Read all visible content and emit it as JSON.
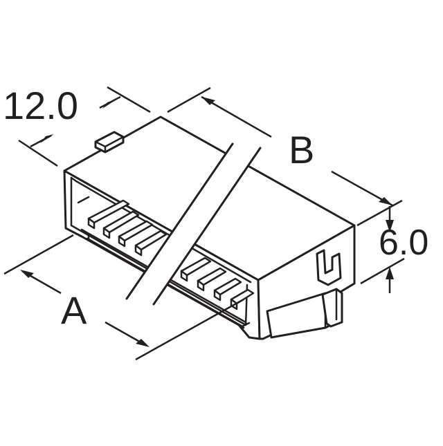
{
  "dimensions": {
    "width_label": "12.0",
    "length_label": "B",
    "height_label": "6.0",
    "pin_span_label": "A"
  },
  "colors": {
    "ink": "#231f20",
    "background": "#ffffff"
  }
}
